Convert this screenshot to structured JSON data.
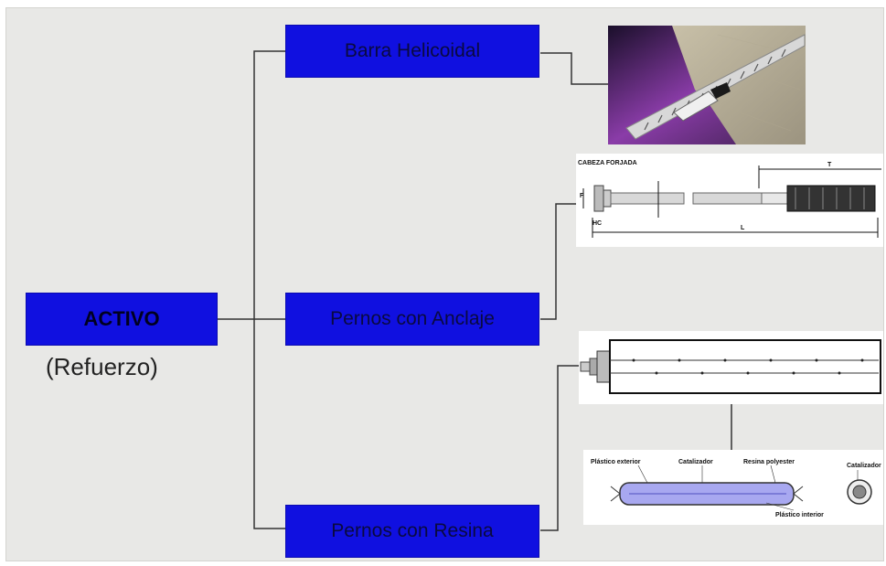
{
  "main": {
    "label": "ACTIVO",
    "sublabel": "(Refuerzo)"
  },
  "branches": [
    {
      "label": "Barra Helicoidal"
    },
    {
      "label": "Pernos con Anclaje"
    },
    {
      "label": "Pernos con Resina"
    }
  ],
  "anchor_drawing": {
    "head_label": "CABEZA FORJADA",
    "dim_t": "T",
    "dim_l": "L",
    "dim_f": "F",
    "dim_hc": "HC"
  },
  "resin_drawing": {
    "labels": [
      "Plástico exterior",
      "Catalizador",
      "Resina polyester",
      "Catalizador",
      "Plástico interior"
    ]
  },
  "colors": {
    "box_fill": "#1010e0",
    "background": "#e8e8e6",
    "connector": "#333333"
  }
}
